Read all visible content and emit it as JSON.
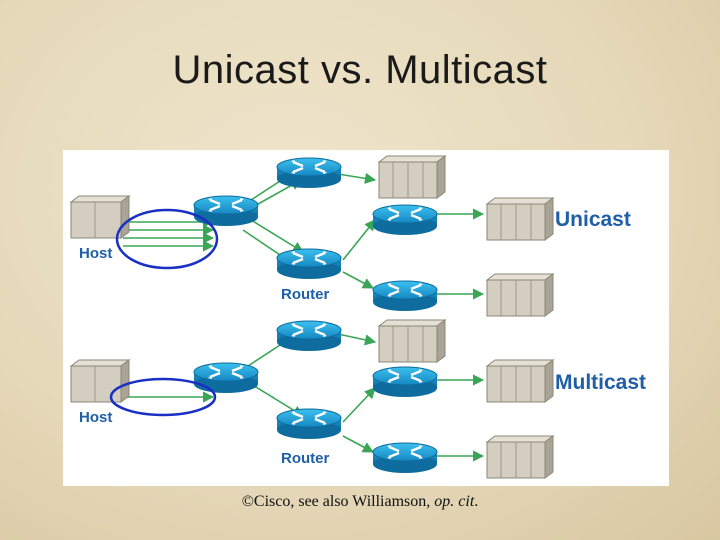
{
  "slide": {
    "title": "Unicast vs. Multicast"
  },
  "diagram": {
    "unicast_label": "Unicast",
    "multicast_label": "Multicast",
    "host_label": "Host",
    "router_label": "Router",
    "colors": {
      "label_blue": "#1f5fa8",
      "router_cyan": "#1fa3d9",
      "arrow_green": "#3aa655",
      "circle_blue": "#1a2fc4",
      "server_gray": "#c9c4b6"
    }
  },
  "caption": {
    "prefix": "©Cisco, see also Williamson, ",
    "italic": "op. cit",
    "suffix": "."
  }
}
